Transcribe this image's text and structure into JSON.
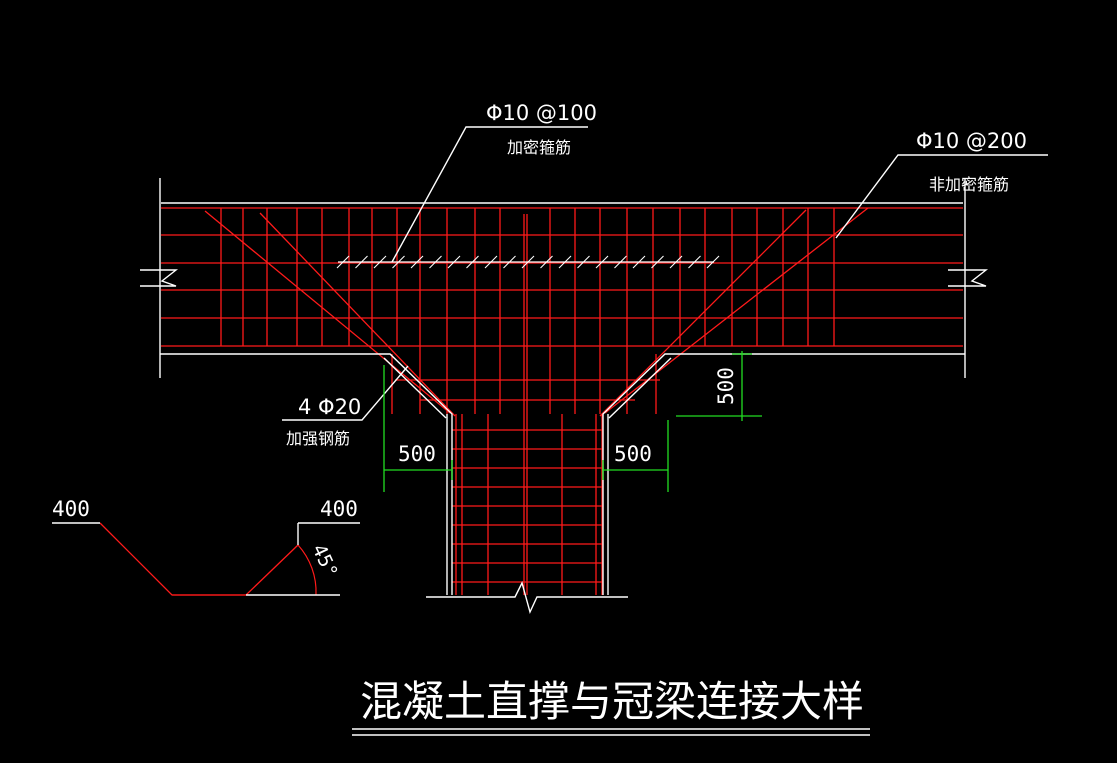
{
  "colors": {
    "background": "#000000",
    "outline": "#ffffff",
    "rebar": "#ff1a1a",
    "dimension": "#22dd22",
    "text": "#ffffff"
  },
  "annotations": {
    "dense_stirrup_spec": "Φ10 @100",
    "dense_stirrup_name": "加密箍筋",
    "normal_stirrup_spec": "Φ10 @200",
    "normal_stirrup_name": "非加密箍筋",
    "reinforce_bar_spec": "4 Φ20",
    "reinforce_bar_name": "加强钢筋"
  },
  "dimensions": {
    "left_haunch": "500",
    "right_haunch": "500",
    "haunch_height": "500"
  },
  "bend_detail": {
    "left_length": "400",
    "right_length": "400",
    "angle": "45°"
  },
  "title": "混凝土直撑与冠梁连接大样"
}
